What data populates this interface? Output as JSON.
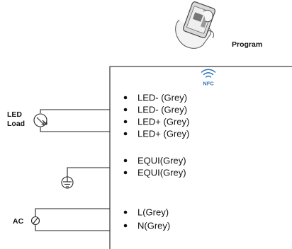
{
  "colors": {
    "nfc": "#2e75b6",
    "line": "#222222"
  },
  "program_label": "Program",
  "nfc_label": "NFC",
  "led_load_label": {
    "line1": "LED",
    "line2": "Load"
  },
  "ac_label": "AC",
  "terminal_groups": [
    {
      "items": [
        "LED- (Grey)",
        "LED- (Grey)",
        "LED+  (Grey)",
        "LED+  (Grey)"
      ]
    },
    {
      "items": [
        "EQUI(Grey)",
        "EQUI(Grey)"
      ]
    },
    {
      "items": [
        "L(Grey)",
        "N(Grey)"
      ]
    }
  ]
}
